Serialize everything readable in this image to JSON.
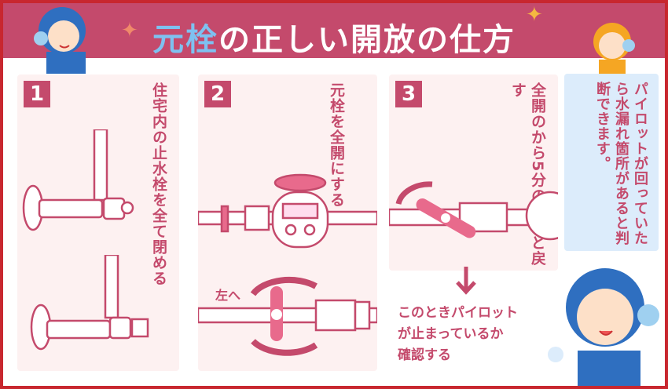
{
  "header": {
    "title_highlight": "元栓",
    "title_rest": "の正しい開放の仕方"
  },
  "steps": [
    {
      "number": "1",
      "lines": [
        "住宅内の止水栓を",
        "全て閉める"
      ]
    },
    {
      "number": "2",
      "lines": [
        "元栓を",
        "全開にする"
      ],
      "direction_label": "左へ"
    },
    {
      "number": "3",
      "lines": [
        "全開のから",
        "5分の１ほど",
        "戻す"
      ]
    }
  ],
  "caption": [
    "このときパイロット",
    "が止まっているか",
    "確認する"
  ],
  "bubble": [
    "パイロットが回って",
    "いたら水漏れ箇所が",
    "あると判断できます。"
  ],
  "colors": {
    "accent": "#c44a6c",
    "border": "#c8272f",
    "highlight": "#7ec1f0",
    "panel": "#fdf1f1",
    "bubble": "#dcecfb"
  }
}
